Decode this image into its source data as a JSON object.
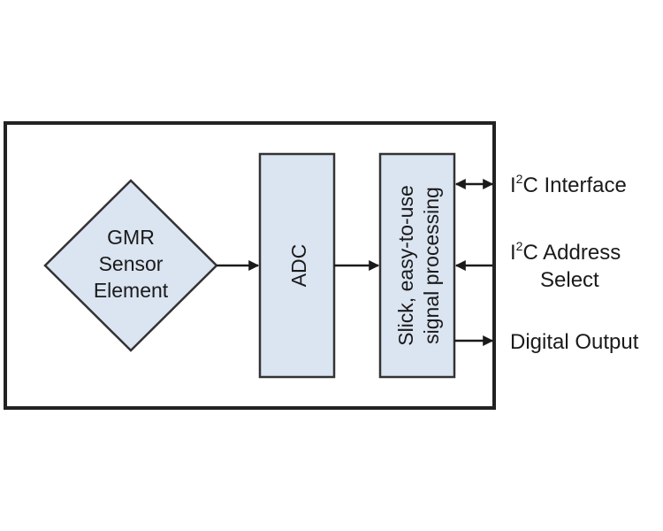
{
  "diagram": {
    "gmr": {
      "lines": [
        "GMR",
        "Sensor",
        "Element"
      ]
    },
    "adc": {
      "label": "ADC"
    },
    "processing": {
      "lines": [
        "Slick, easy-to-use",
        "signal processing"
      ]
    },
    "io": {
      "i2c_interface": {
        "prefix": "I",
        "sup": "2",
        "rest": "C Interface"
      },
      "i2c_address": {
        "prefix": "I",
        "sup": "2",
        "rest": "C Address",
        "line2": "Select"
      },
      "digital_output": {
        "label": "Digital Output"
      }
    },
    "colors": {
      "fill": "#dbe4f1",
      "stroke": "#333333",
      "frame": "#222222",
      "arrow": "#1a1a1a"
    }
  }
}
